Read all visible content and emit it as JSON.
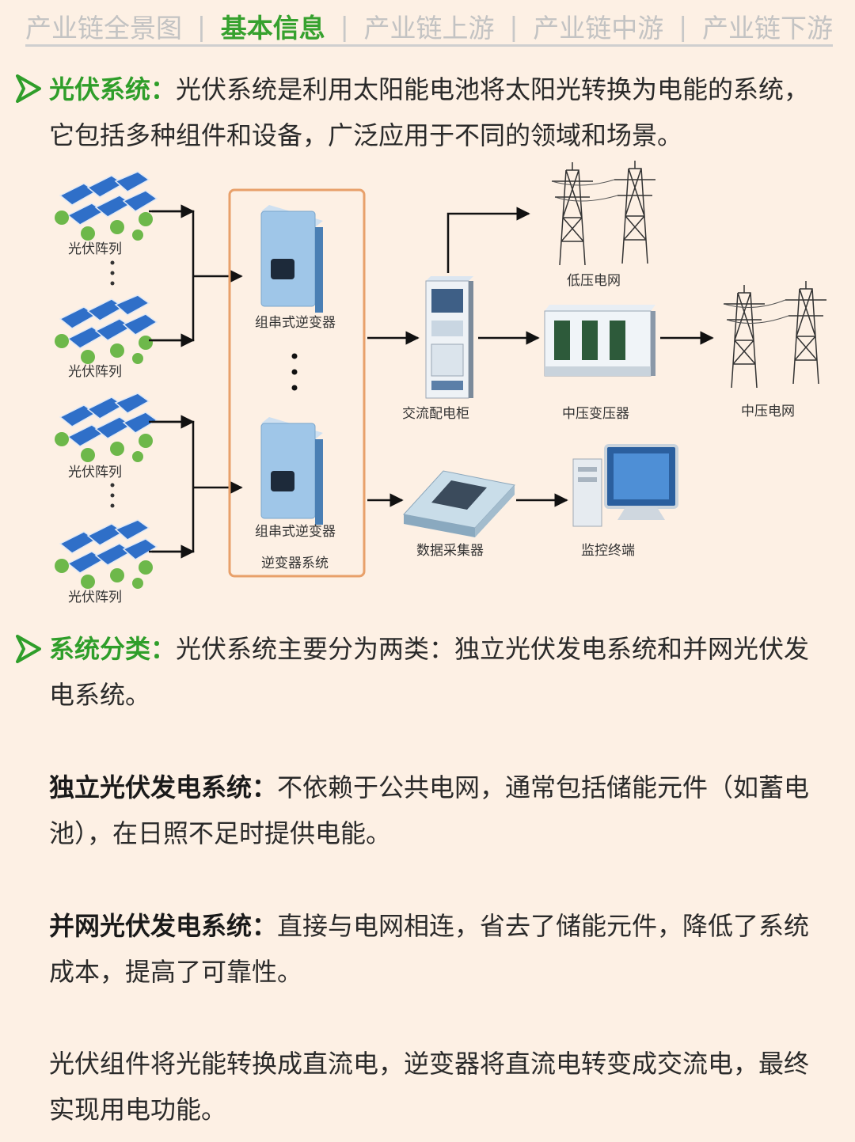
{
  "nav": {
    "tabs": [
      "产业链全景图",
      "基本信息",
      "产业链上游",
      "产业链中游",
      "产业链下游"
    ],
    "active_index": 1,
    "separator": "|"
  },
  "section1": {
    "heading": "光伏系统：",
    "text": "光伏系统是利用太阳能电池将太阳光转换为电能的系统，它包括多种组件和设备，广泛应用于不同的领域和场景。"
  },
  "diagram": {
    "pv_array_label": "光伏阵列",
    "inverter_label": "组串式逆变器",
    "inverter_system_label": "逆变器系统",
    "ac_cabinet_label": "交流配电柜",
    "low_voltage_grid_label": "低压电网",
    "mv_transformer_label": "中压变压器",
    "mv_grid_label": "中压电网",
    "data_collector_label": "数据采集器",
    "monitor_terminal_label": "监控终端"
  },
  "section2": {
    "heading": "系统分类：",
    "text": "光伏系统主要分为两类：独立光伏发电系统和并网光伏发电系统。"
  },
  "standalone": {
    "term": "独立光伏发电系统：",
    "text": "不依赖于公共电网，通常包括储能元件（如蓄电池），在日照不足时提供电能。"
  },
  "grid_tied": {
    "term": "并网光伏发电系统：",
    "text": "直接与电网相连，省去了储能元件，降低了系统成本，提高了可靠性。"
  },
  "summary": {
    "text": "光伏组件将光能转换成直流电，逆变器将直流电转变成交流电，最终实现用电功能。"
  },
  "colors": {
    "accent": "#2f9e2a",
    "inverter_border": "#e8a06a",
    "background": "#fdf0e4"
  }
}
